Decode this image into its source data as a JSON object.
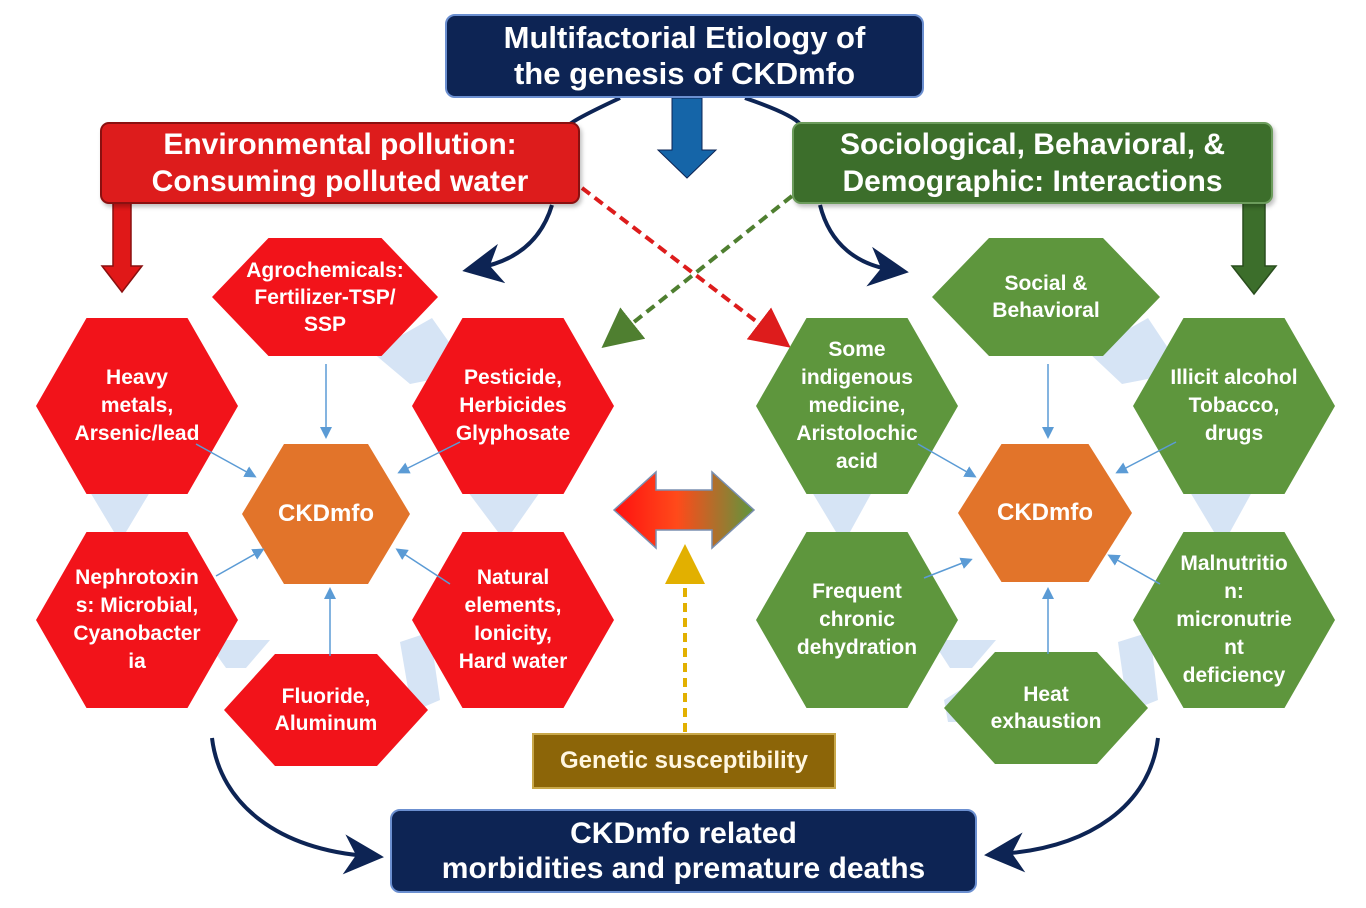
{
  "title": "Multifactorial Etiology of\nthe genesis of CKDmfo",
  "environmental": {
    "label": "Environmental pollution:\nConsuming polluted water",
    "center": "CKDmfo",
    "items": [
      {
        "label": "Agrochemicals:\nFertilizer-TSP/\nSSP"
      },
      {
        "label": "Heavy\nmetals,\nArsenic/lead"
      },
      {
        "label": "Pesticide,\nHerbicides\nGlyphosate"
      },
      {
        "label": "Nephrotoxin\ns: Microbial,\nCyanobacter\nia"
      },
      {
        "label": "Natural\nelements,\nIonicity,\nHard water"
      },
      {
        "label": "Fluoride,\nAluminum"
      }
    ]
  },
  "sociological": {
    "label": "Sociological, Behavioral, &\nDemographic: Interactions",
    "center": "CKDmfo",
    "items": [
      {
        "label": "Social &\nBehavioral"
      },
      {
        "label": "Some\nindigenous\nmedicine,\nAristolochic\nacid"
      },
      {
        "label": "Illicit alcohol\nTobacco,\ndrugs"
      },
      {
        "label": "Frequent\nchronic\ndehydration"
      },
      {
        "label": "Malnutritio\nn:\nmicronutrie\nnt\ndeficiency"
      },
      {
        "label": "Heat\nexhaustion"
      }
    ]
  },
  "genetic": "Genetic susceptibility",
  "outcome": "CKDmfo related\nmorbidities and premature deaths",
  "colors": {
    "navy": "#0d2454",
    "red": "#f2131a",
    "green": "#5e963d",
    "orange": "#e2742a",
    "gold": "#8c6508"
  }
}
